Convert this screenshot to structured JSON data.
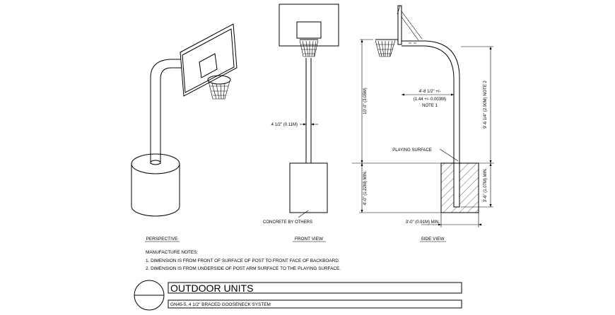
{
  "views": {
    "perspective": "PERSPECTIVE",
    "front": "FRONT VIEW",
    "side": "SIDE VIEW"
  },
  "dimensions": {
    "post_diameter": "4 1/2\" (0.11M)",
    "concrete": "CONCRETE BY OTHERS",
    "offset_line1": "4'-8 1/2\" +/-",
    "offset_line2": "(1.44 +/- 0.003M)",
    "offset_note": "NOTE 1",
    "rim_height": "10'-0\" (3.05M)",
    "arm_height": "9'-6 1/4\" (2.90M) NOTE 2",
    "playing_surface": "PLAYING SURFACE",
    "embed_left": "4'-0\" (1.22M) MIN.",
    "embed_right": "3'-6\" (1.07M) MIN.",
    "footing_width": "3'-0\" (0.91M) MIN."
  },
  "notes": {
    "heading": "MANUFACTURE NOTES:",
    "items": [
      "1.  DIMENSION IS FROM FRONT OF SURFACE OF POST TO FRONT FACE OF BACKBOARD.",
      "2.  DIMENSION IS FROM UNDERSIDE OF POST ARM SURFACE TO THE PLAYING SURFACE."
    ]
  },
  "title_block": {
    "title": "OUTDOOR UNITS",
    "subtitle": "GN45-5, 4 1/2\" BRACED GOOSENECK SYSTEM"
  }
}
